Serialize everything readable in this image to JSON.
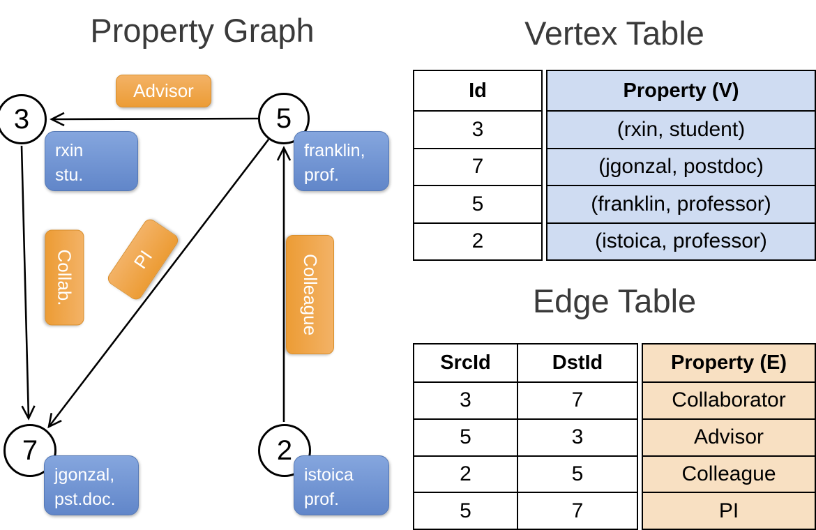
{
  "colors": {
    "vertex_label_fill": "#7195d2",
    "edge_label_fill": "#f0a54b",
    "vertex_table_cell_bg": "#cfdcf2",
    "edge_table_cell_bg": "#f8e0c2"
  },
  "graph": {
    "title": "Property Graph",
    "nodes": [
      {
        "id": "3",
        "label": "rxin\nstu."
      },
      {
        "id": "5",
        "label": "franklin,\nprof."
      },
      {
        "id": "7",
        "label": "jgonzal,\npst.doc."
      },
      {
        "id": "2",
        "label": "istoica\nprof."
      }
    ],
    "edge_labels": [
      {
        "label": "Advisor"
      },
      {
        "label": "Collab."
      },
      {
        "label": "PI"
      },
      {
        "label": "Colleague"
      }
    ]
  },
  "vertex_table": {
    "title": "Vertex Table",
    "headers": [
      "Id",
      "Property (V)"
    ],
    "rows": [
      [
        "3",
        "(rxin, student)"
      ],
      [
        "7",
        "(jgonzal, postdoc)"
      ],
      [
        "5",
        "(franklin, professor)"
      ],
      [
        "2",
        "(istoica, professor)"
      ]
    ]
  },
  "edge_table": {
    "title": "Edge Table",
    "headers": [
      "SrcId",
      "DstId",
      "Property (E)"
    ],
    "rows": [
      [
        "3",
        "7",
        "Collaborator"
      ],
      [
        "5",
        "3",
        "Advisor"
      ],
      [
        "2",
        "5",
        "Colleague"
      ],
      [
        "5",
        "7",
        "PI"
      ]
    ]
  }
}
